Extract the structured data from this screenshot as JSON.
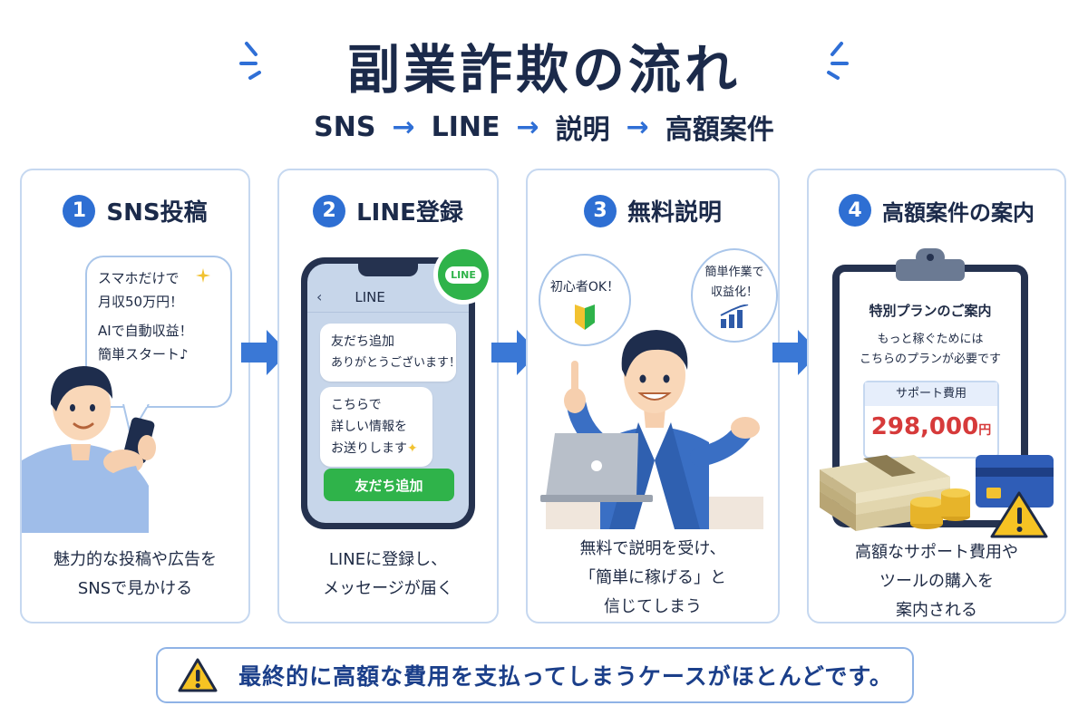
{
  "title": "副業詐欺の流れ",
  "subtitle": {
    "steps": [
      "SNS",
      "LINE",
      "説明",
      "高額案件"
    ],
    "arrow": "→"
  },
  "cards": [
    {
      "number": "1",
      "title": "SNS投稿",
      "bubble_lines": [
        "スマホだけで",
        "月収50万円！",
        "AIで自動収益！",
        "簡単スタート♪"
      ],
      "caption_lines": [
        "魅力的な投稿や広告を",
        "SNSで見かける"
      ]
    },
    {
      "number": "2",
      "title": "LINE登録",
      "phone_header": "LINE",
      "logo_text": "LINE",
      "message1_lines": [
        "友だち追加",
        "ありがとうございます！"
      ],
      "message2_lines": [
        "こちらで",
        "詳しい情報を",
        "お送りします"
      ],
      "add_button": "友だち追加",
      "caption_lines": [
        "LINEに登録し、",
        "メッセージが届く"
      ]
    },
    {
      "number": "3",
      "title": "無料説明",
      "bubble_left": "初心者OK！",
      "bubble_right_lines": [
        "簡単作業で",
        "収益化！"
      ],
      "caption_lines": [
        "無料で説明を受け、",
        "「簡単に稼げる」と",
        "信じてしまう"
      ]
    },
    {
      "number": "4",
      "title": "高額案件の案内",
      "plan_title": "特別プランのご案内",
      "plan_text_lines": [
        "もっと稼ぐためには",
        "こちらのプランが必要です"
      ],
      "fee_label": "サポート費用",
      "fee_amount": "298,000",
      "fee_unit": "円",
      "caption_lines": [
        "高額なサポート費用や",
        "ツールの購入を",
        "案内される"
      ]
    }
  ],
  "bottom_banner": "最終的に高額な費用を支払ってしまうケースがほとんどです。",
  "colors": {
    "accent": "#2e6fd3",
    "line_green": "#2fb34a",
    "price_red": "#d63a3a",
    "warning_yellow": "#f6c323",
    "card_border": "#c6d8f0"
  }
}
